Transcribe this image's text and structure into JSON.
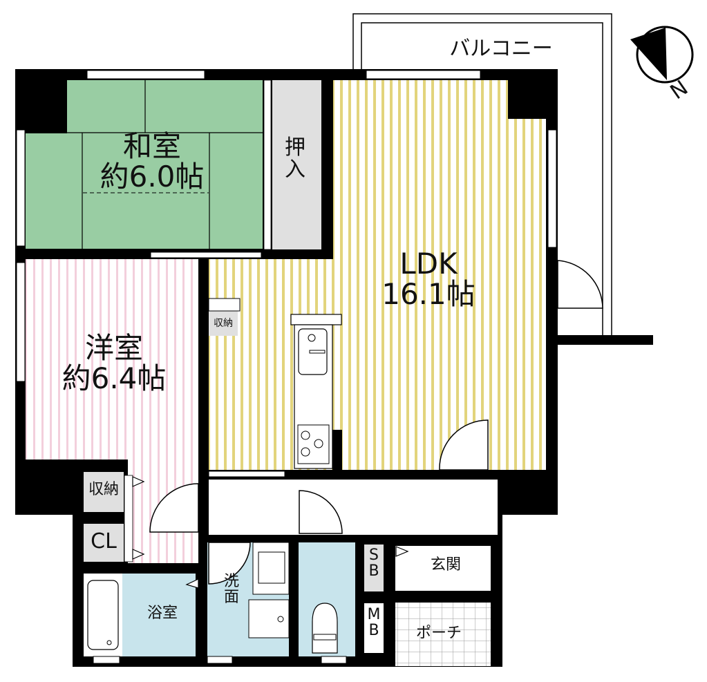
{
  "floor_plan": {
    "colors": {
      "wall": "#000000",
      "washitsu_fill": "#99cda3",
      "western_stripe": "#f3cfdc",
      "ldk_stripe": "#e2d47c",
      "wet_area_fill": "#c8e4ec",
      "storage_fill": "#e0e0e0"
    },
    "rooms": {
      "washitsu": {
        "name": "和室",
        "size": "約6.0帖"
      },
      "oshiire": {
        "name": "押入"
      },
      "ldk": {
        "name": "LDK",
        "size": "16.1帖"
      },
      "youshitsu": {
        "name": "洋室",
        "size": "約6.4帖"
      },
      "kitchen_storage": {
        "name": "収納"
      },
      "storage": {
        "name": "収納"
      },
      "closet": {
        "name": "CL"
      },
      "bathroom": {
        "name": "浴室"
      },
      "washroom": {
        "name": "洗面"
      },
      "shoe_box": {
        "name": "SB"
      },
      "entrance": {
        "name": "玄関"
      },
      "meter_box": {
        "name": "MB"
      },
      "porch": {
        "name": "ポーチ"
      },
      "balcony": {
        "name": "バルコニー"
      }
    },
    "compass": {
      "label": "N"
    }
  }
}
